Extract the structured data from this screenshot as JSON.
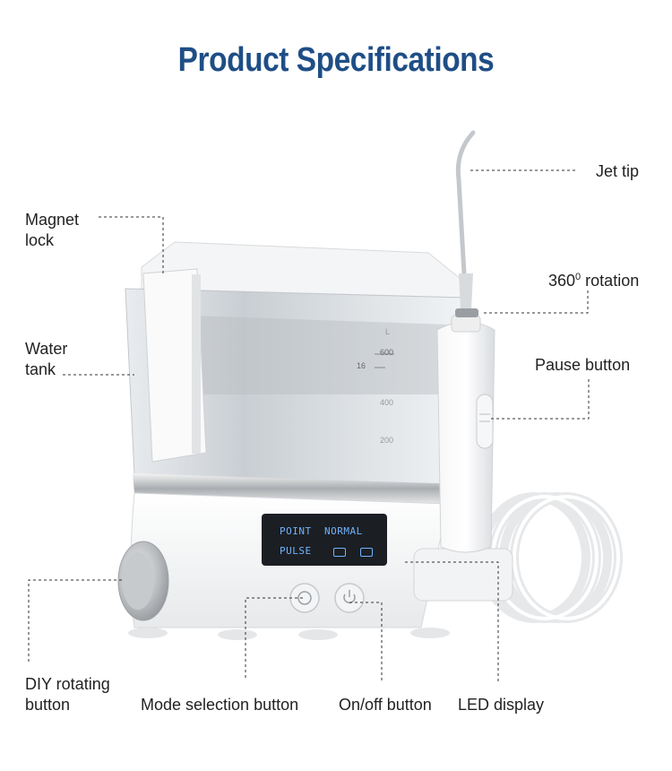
{
  "title": "Product Specifications",
  "labels": {
    "jet_tip": "Jet tip",
    "magnet_lock": [
      "Magnet",
      "lock"
    ],
    "rotation": {
      "text": "360",
      "sup": "0",
      "rest": " rotation"
    },
    "water_tank": [
      "Water",
      "tank"
    ],
    "pause_button": "Pause button",
    "diy_rotating_button": [
      "DIY rotating",
      "button"
    ],
    "mode_selection_button": "Mode selection button",
    "on_off_button": "On/off button",
    "led_display": "LED display"
  },
  "device": {
    "display": {
      "row1": [
        "POINT",
        "NORMAL"
      ],
      "row2": [
        "PULSE"
      ]
    },
    "tank_scale": [
      "600",
      "16",
      "400",
      "200",
      "L"
    ]
  },
  "colors": {
    "title": "#1f4e86",
    "display_bg": "#1b1e23",
    "display_text": "#6fb3ff"
  }
}
